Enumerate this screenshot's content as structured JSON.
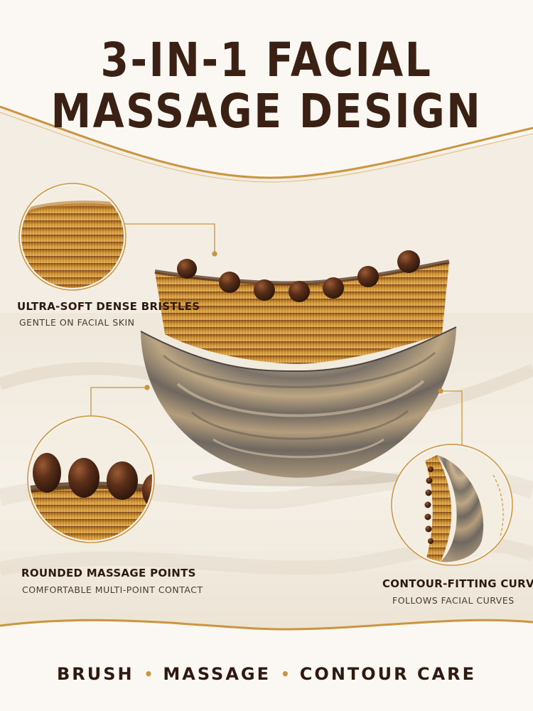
{
  "title": {
    "line1": "3-IN-1 FACIAL",
    "line2": "MASSAGE DESIGN"
  },
  "features": [
    {
      "title": "ULTRA-SOFT DENSE BRISTLES",
      "subtitle": "GENTLE ON FACIAL SKIN"
    },
    {
      "title": "ROUNDED MASSAGE POINTS",
      "subtitle": "COMFORTABLE MULTI-POINT CONTACT"
    },
    {
      "title": "CONTOUR-FITTING CURVE",
      "subtitle": "FOLLOWS FACIAL CURVES"
    }
  ],
  "footer": {
    "items": [
      "BRUSH",
      "MASSAGE",
      "CONTOUR CARE"
    ],
    "separator": "•"
  },
  "colors": {
    "title": "#3b2114",
    "gold_accent": "#c9953f",
    "background": "#f4efe6",
    "bristle": "#c98a2e",
    "bead": "#4a2716"
  }
}
